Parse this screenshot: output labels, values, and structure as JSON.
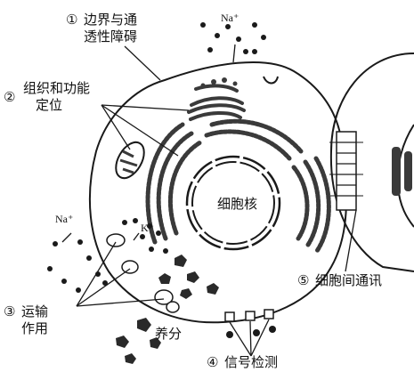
{
  "labels": {
    "l1_num": "①",
    "l1_line1": "边界与通",
    "l1_line2": "透性障碍",
    "l2_num": "②",
    "l2_line1": "组织和功能",
    "l2_line2": "定位",
    "l3_num": "③",
    "l3_line1": "运输",
    "l3_line2": "作用",
    "l4_num": "④",
    "l4_text": "信号检测",
    "l5_num": "⑤",
    "l5_text": "细胞间通讯",
    "nucleus": "细胞核",
    "nutrient": "养分",
    "na_top": "Na⁺",
    "na_left": "Na⁺",
    "k_ion": "K⁺"
  },
  "colors": {
    "line": "#1a1a1a",
    "fill_dark": "#3a3a3a",
    "background": "#ffffff"
  }
}
